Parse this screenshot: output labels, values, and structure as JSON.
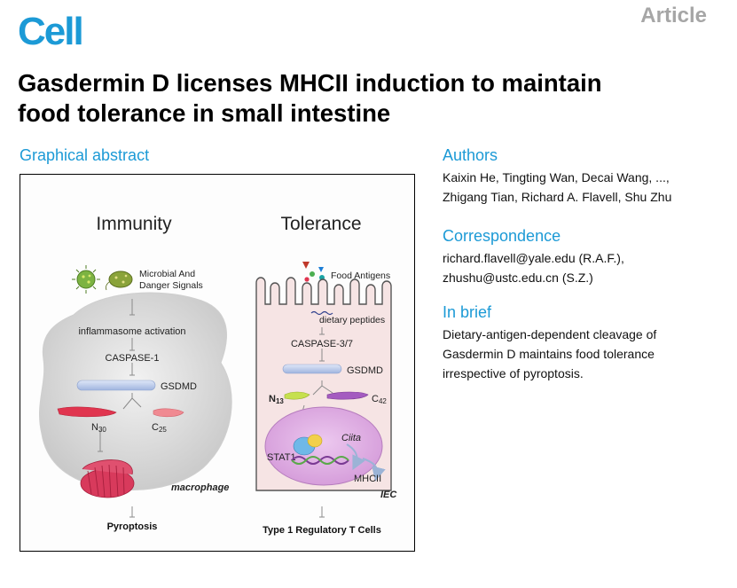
{
  "header": {
    "journal_logo": "Cell",
    "article_type": "Article"
  },
  "paper": {
    "title_line1": "Gasdermin D licenses MHCII induction to maintain",
    "title_line2": "food tolerance in small intestine"
  },
  "graphical_abstract": {
    "heading": "Graphical abstract",
    "immunity": {
      "panel_title": "Immunity",
      "signal_line1": "Microbial And",
      "signal_line2": "Danger Signals",
      "step_inflammasome": "inflammasome activation",
      "step_caspase": "CASPASE-1",
      "step_gsdmd": "GSDMD",
      "fragment_n_base": "N",
      "fragment_n_sub": "30",
      "fragment_c_base": "C",
      "fragment_c_sub": "25",
      "cell_label": "macrophage",
      "outcome": "Pyroptosis"
    },
    "tolerance": {
      "panel_title": "Tolerance",
      "antigen_label": "Food Antigens",
      "peptide_label": "dietary peptides",
      "step_caspase": "CASPASE-3/7",
      "step_gsdmd": "GSDMD",
      "fragment_n_base": "N",
      "fragment_n_sub": "13",
      "fragment_c_base": "C",
      "fragment_c_sub": "42",
      "tf_label": "STAT1",
      "gene_label": "Ciita",
      "product_label": "MHCII",
      "cell_label": "IEC",
      "outcome": "Type 1 Regulatory T Cells"
    }
  },
  "authors": {
    "heading": "Authors",
    "line1": "Kaixin He, Tingting Wan, Decai Wang, ...,",
    "line2": "Zhigang Tian, Richard A. Flavell, Shu Zhu"
  },
  "correspondence": {
    "heading": "Correspondence",
    "line1": "richard.flavell@yale.edu (R.A.F.),",
    "line2": "zhushu@ustc.edu.cn (S.Z.)"
  },
  "in_brief": {
    "heading": "In brief",
    "line1": "Dietary-antigen-dependent cleavage of",
    "line2": "Gasdermin D maintains food tolerance",
    "line3": "irrespective of pyroptosis."
  },
  "colors": {
    "accent": "#1c9ad6",
    "article_label": "#a6a6a6",
    "gsdmd": "#b9c9ea",
    "n_fragment_immunity": "#e0354f",
    "c_fragment_immunity": "#f08a92",
    "n_fragment_tolerance": "#c6e04e",
    "c_fragment_tolerance": "#a45bc0",
    "nucleus": "#d9a6e0",
    "macrophage_body": "#d6d6d6",
    "iec_body": "#f6e4e4"
  }
}
